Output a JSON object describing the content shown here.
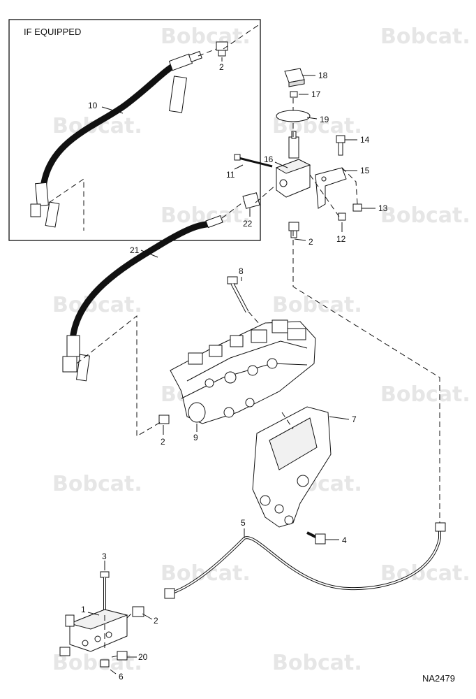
{
  "inset": {
    "label": "IF EQUIPPED"
  },
  "watermark": "Bobcat.",
  "drawing_number": "NA2479",
  "callouts": [
    {
      "id": "c2a",
      "text": "2"
    },
    {
      "id": "c18",
      "text": "18"
    },
    {
      "id": "c17",
      "text": "17"
    },
    {
      "id": "c19",
      "text": "19"
    },
    {
      "id": "c10",
      "text": "10"
    },
    {
      "id": "c14",
      "text": "14"
    },
    {
      "id": "c16",
      "text": "16"
    },
    {
      "id": "c15",
      "text": "15"
    },
    {
      "id": "c11",
      "text": "11"
    },
    {
      "id": "c13",
      "text": "13"
    },
    {
      "id": "c22",
      "text": "22"
    },
    {
      "id": "c12",
      "text": "12"
    },
    {
      "id": "c2b",
      "text": "2"
    },
    {
      "id": "c21",
      "text": "21"
    },
    {
      "id": "c8",
      "text": "8"
    },
    {
      "id": "c7",
      "text": "7"
    },
    {
      "id": "c2c",
      "text": "2"
    },
    {
      "id": "c9",
      "text": "9"
    },
    {
      "id": "c5",
      "text": "5"
    },
    {
      "id": "c4",
      "text": "4"
    },
    {
      "id": "c3",
      "text": "3"
    },
    {
      "id": "c1",
      "text": "1"
    },
    {
      "id": "c2d",
      "text": "2"
    },
    {
      "id": "c20",
      "text": "20"
    },
    {
      "id": "c6",
      "text": "6"
    }
  ]
}
